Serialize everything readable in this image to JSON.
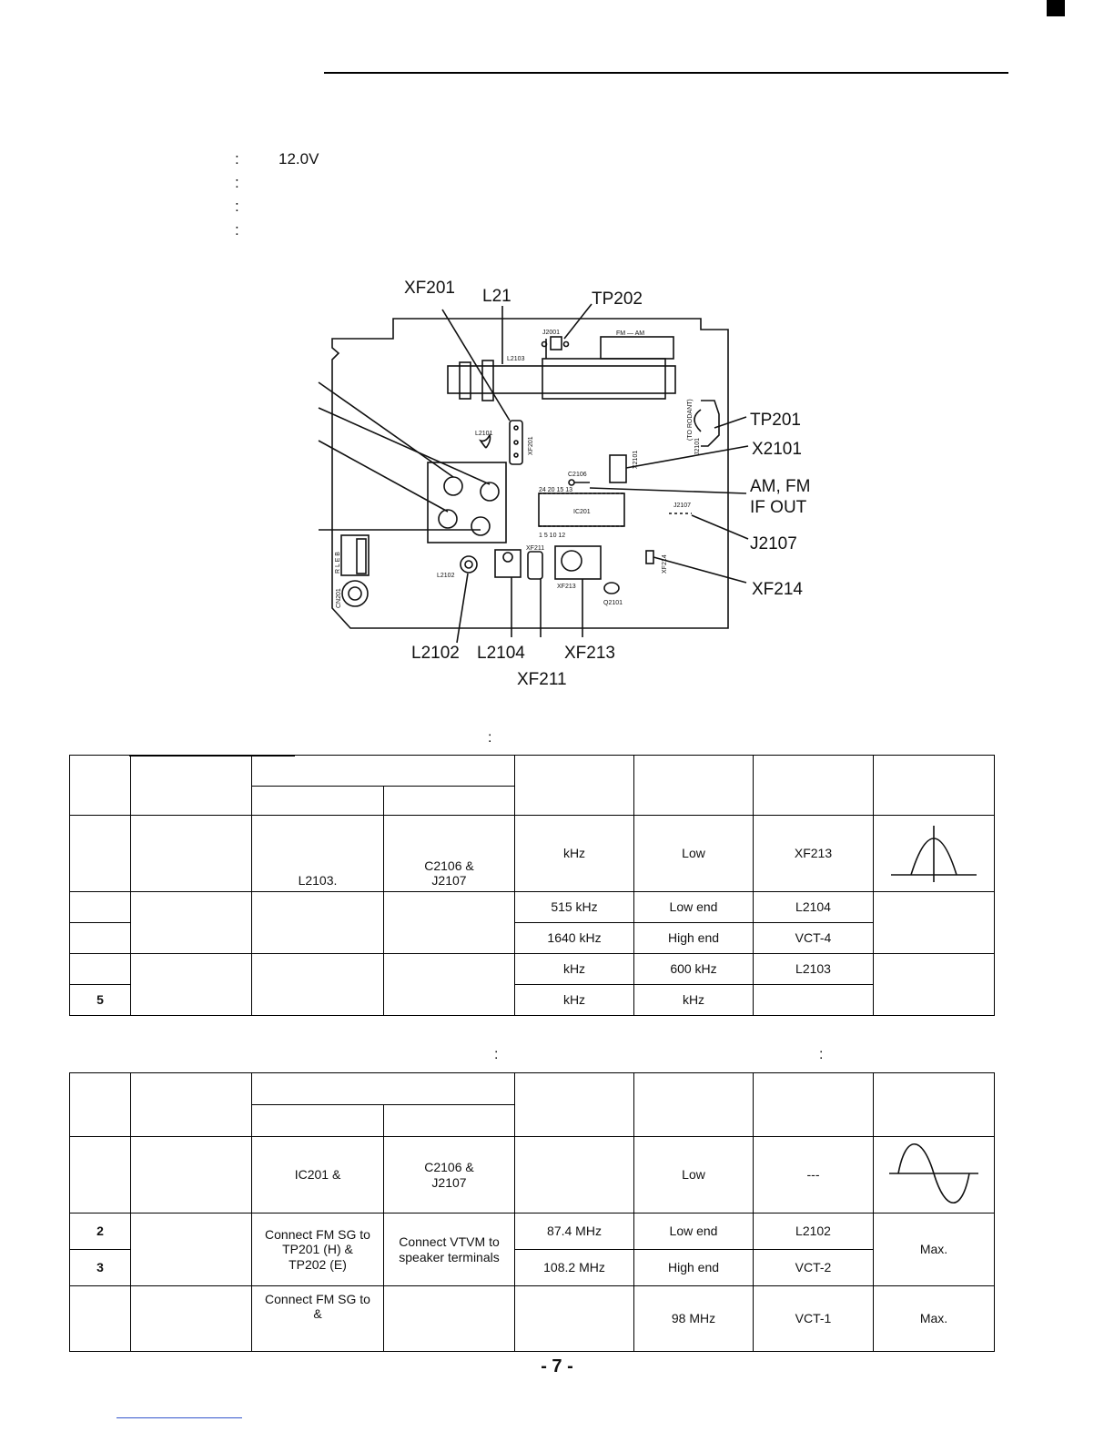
{
  "specs": [
    {
      "colon": ":",
      "value": "12.0V"
    },
    {
      "colon": ":",
      "value": ""
    },
    {
      "colon": ":",
      "value": ""
    },
    {
      "colon": ":",
      "value": ""
    }
  ],
  "diagram": {
    "callouts": {
      "xf201": "XF201",
      "l21": "L21",
      "tp202": "TP202",
      "tp201": "TP201",
      "x2101": "X2101",
      "am_fm": "AM, FM",
      "if_out": "IF OUT",
      "j2107": "J2107",
      "xf214": "XF214",
      "l2102": "L2102",
      "l2104": "L2104",
      "xf213": "XF213",
      "xf211": "XF211"
    },
    "board_labels": {
      "j2001": "J2001",
      "fm_am": "FM — AM",
      "l2103": "L2103",
      "l2101": "L2101",
      "xf201": "XF201",
      "x2101": "X2101",
      "to_rodant": "(TO RODANT)",
      "j2101": "J2101",
      "c2106": "C2106",
      "pins_top": "24    20        15  13",
      "ic201": "IC201",
      "pins_bottom": "1      5        10  12",
      "j2107": "J2107",
      "xf211": "XF211",
      "xf214": "XF214",
      "l2102": "L2102",
      "xf213": "XF213",
      "q2101": "Q2101",
      "cn201": "CN201",
      "rleb": "R L E B"
    }
  },
  "am_table": {
    "heading_colon": ":",
    "rows": [
      {
        "step": "",
        "c1": "",
        "c2": "L2103.",
        "c3": "C2106 &\nJ2107",
        "freq": "kHz",
        "dial": "Low",
        "adjust": "XF213",
        "output": ""
      },
      {
        "step": "",
        "c1": "",
        "c2": "",
        "c3": "",
        "freq": "515 kHz",
        "dial": "Low end",
        "adjust": "L2104",
        "output": ""
      },
      {
        "step": "",
        "freq": "1640 kHz",
        "dial": "High end",
        "adjust": "VCT-4"
      },
      {
        "step": "",
        "c1": "",
        "c2": "",
        "c3": "",
        "freq": "kHz",
        "dial": "600 kHz",
        "adjust": "L2103",
        "output": ""
      },
      {
        "step": "5",
        "freq": "kHz",
        "dial": "kHz",
        "adjust": ""
      }
    ]
  },
  "fm_table": {
    "heading_colon_1": ":",
    "heading_colon_2": ":",
    "rows": [
      {
        "step": "",
        "c1": "",
        "c2": "IC201 &",
        "c3": "C2106 &\nJ2107",
        "freq": "",
        "dial": "Low",
        "adjust": "---",
        "output": ""
      },
      {
        "step": "2",
        "c1": "",
        "c2": "Connect FM SG to\nTP201 (H) &\nTP202 (E)",
        "c3": "Connect VTVM to\nspeaker terminals",
        "freq": "87.4 MHz",
        "dial": "Low end",
        "adjust": "L2102",
        "output": "Max."
      },
      {
        "step": "3",
        "freq": "108.2 MHz",
        "dial": "High end",
        "adjust": "VCT-2"
      },
      {
        "step": "",
        "c1": "",
        "c2": "Connect FM SG to\n&",
        "c3": "",
        "freq": "",
        "dial": "98 MHz",
        "adjust": "VCT-1",
        "output": "Max."
      }
    ]
  },
  "page_number": "- 7 -"
}
